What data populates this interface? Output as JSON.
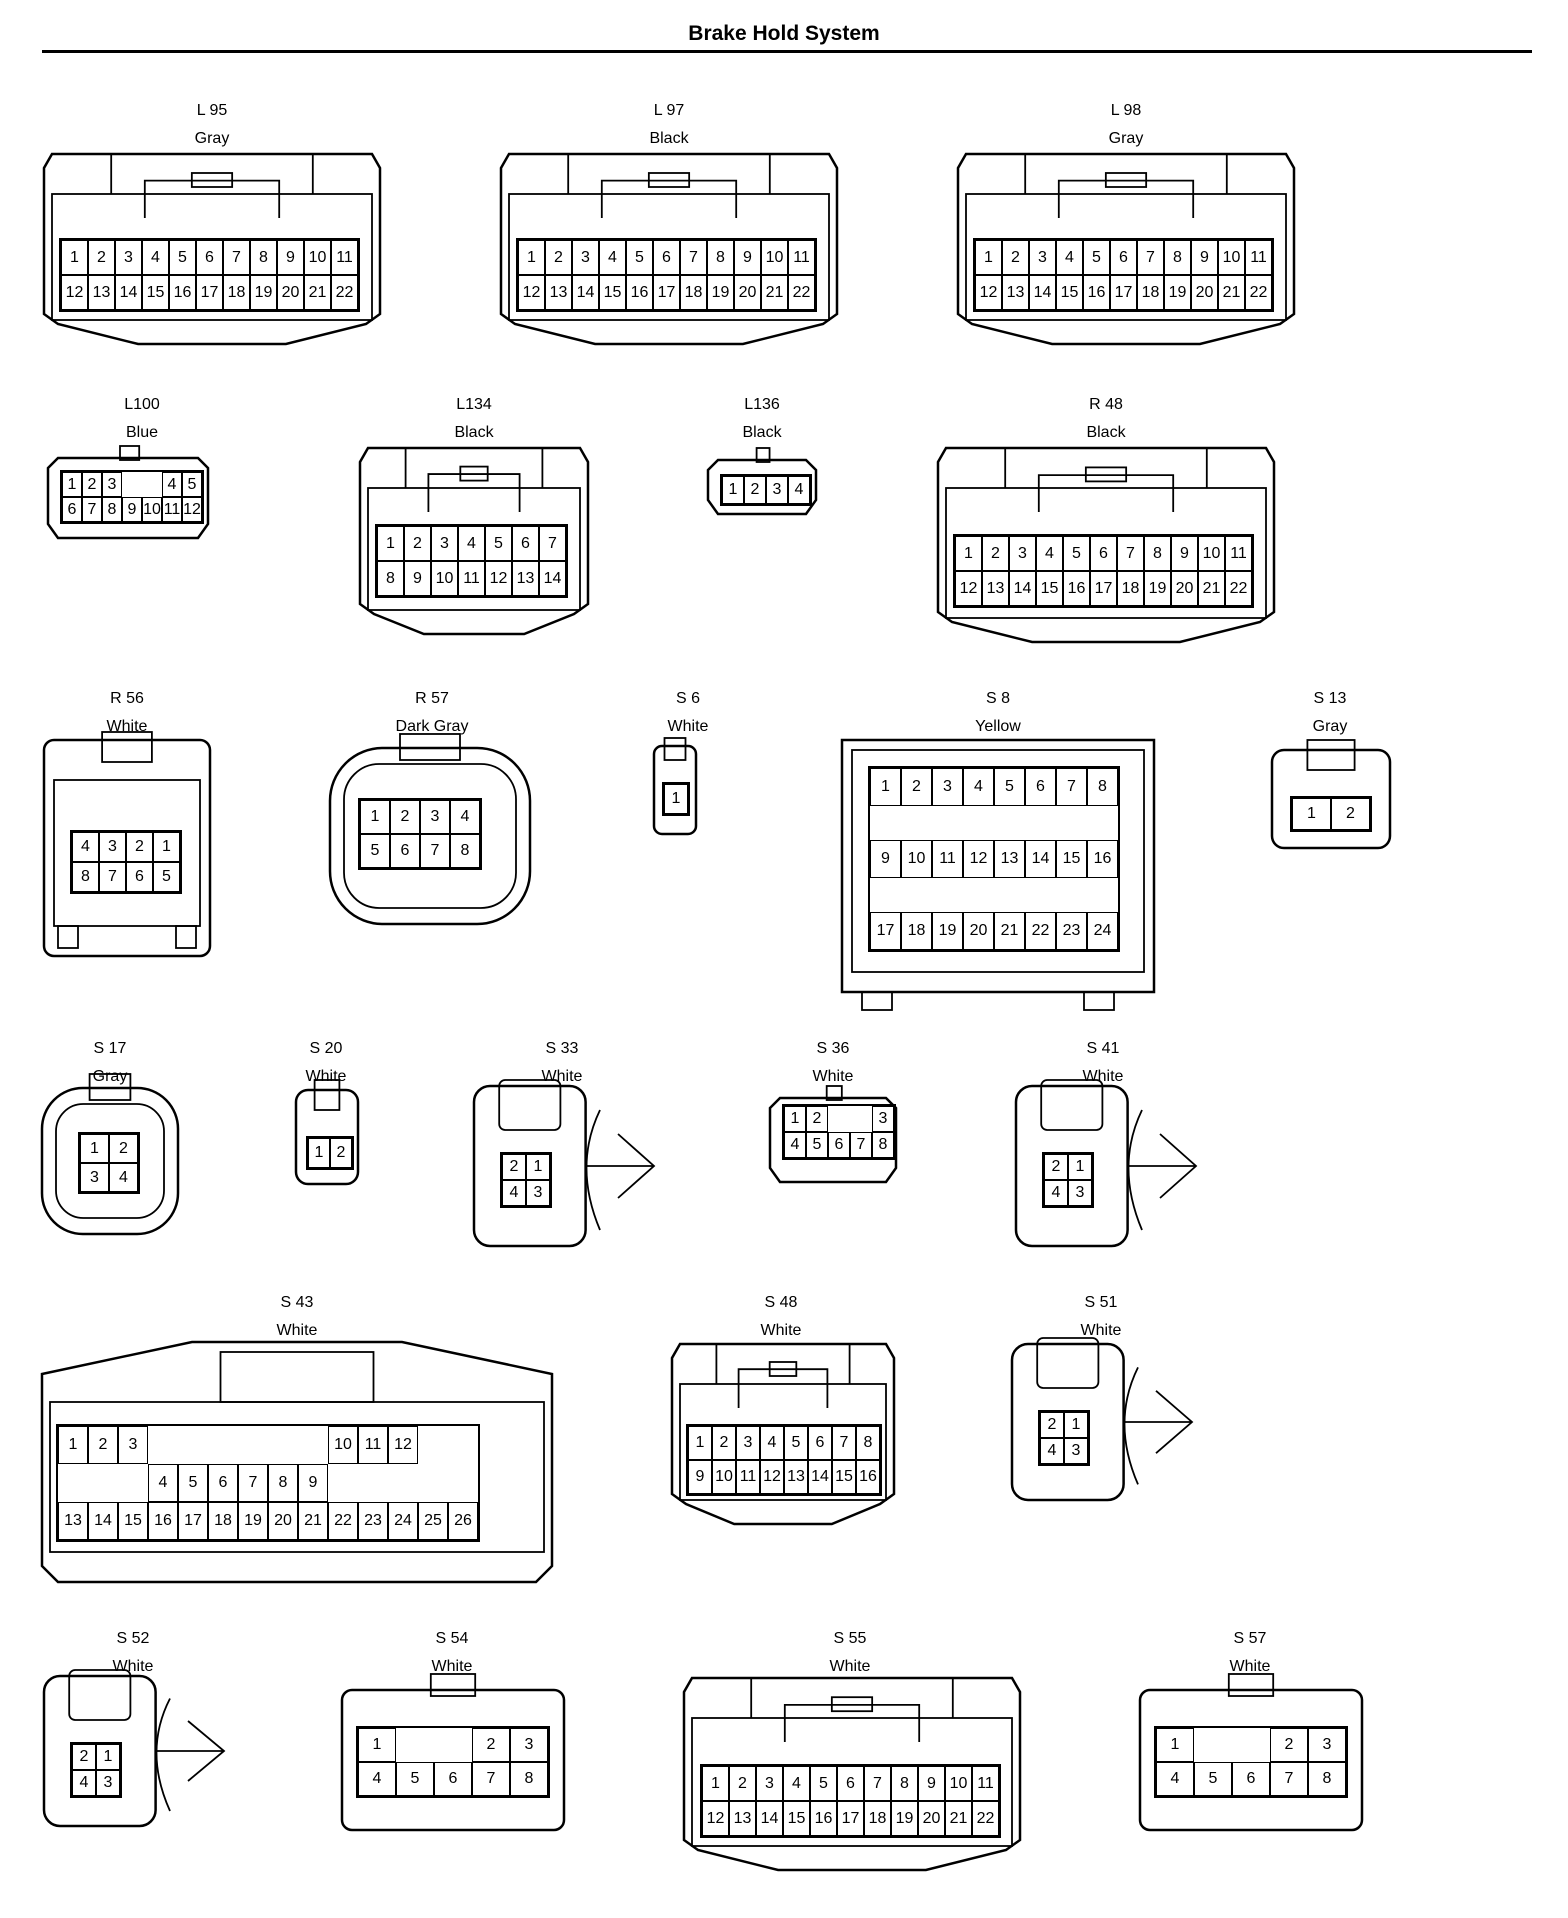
{
  "title": "Brake Hold System",
  "connectors": [
    {
      "id": "L 95",
      "color": "Gray",
      "shell": "large",
      "rows": [
        [
          "1",
          "2",
          "3",
          "4",
          "5",
          "6",
          "7",
          "8",
          "9",
          "10",
          "11"
        ],
        [
          "12",
          "13",
          "14",
          "15",
          "16",
          "17",
          "18",
          "19",
          "20",
          "21",
          "22"
        ]
      ]
    },
    {
      "id": "L 97",
      "color": "Black",
      "shell": "large",
      "rows": [
        [
          "1",
          "2",
          "3",
          "4",
          "5",
          "6",
          "7",
          "8",
          "9",
          "10",
          "11"
        ],
        [
          "12",
          "13",
          "14",
          "15",
          "16",
          "17",
          "18",
          "19",
          "20",
          "21",
          "22"
        ]
      ]
    },
    {
      "id": "L 98",
      "color": "Gray",
      "shell": "large",
      "rows": [
        [
          "1",
          "2",
          "3",
          "4",
          "5",
          "6",
          "7",
          "8",
          "9",
          "10",
          "11"
        ],
        [
          "12",
          "13",
          "14",
          "15",
          "16",
          "17",
          "18",
          "19",
          "20",
          "21",
          "22"
        ]
      ]
    },
    {
      "id": "L100",
      "color": "Blue",
      "shell": "flat",
      "rows": [
        [
          "1",
          "2",
          "3",
          "",
          "",
          "4",
          "5"
        ],
        [
          "6",
          "7",
          "8",
          "9",
          "10",
          "11",
          "12"
        ]
      ]
    },
    {
      "id": "L134",
      "color": "Black",
      "shell": "large",
      "rows": [
        [
          "1",
          "2",
          "3",
          "4",
          "5",
          "6",
          "7"
        ],
        [
          "8",
          "9",
          "10",
          "11",
          "12",
          "13",
          "14"
        ]
      ]
    },
    {
      "id": "L136",
      "color": "Black",
      "shell": "flat",
      "rows": [
        [
          "1",
          "2",
          "3",
          "4"
        ]
      ]
    },
    {
      "id": "R 48",
      "color": "Black",
      "shell": "large",
      "rows": [
        [
          "1",
          "2",
          "3",
          "4",
          "5",
          "6",
          "7",
          "8",
          "9",
          "10",
          "11"
        ],
        [
          "12",
          "13",
          "14",
          "15",
          "16",
          "17",
          "18",
          "19",
          "20",
          "21",
          "22"
        ]
      ]
    },
    {
      "id": "R 56",
      "color": "White",
      "shell": "box",
      "rows": [
        [
          "4",
          "3",
          "2",
          "1"
        ],
        [
          "8",
          "7",
          "6",
          "5"
        ]
      ]
    },
    {
      "id": "R 57",
      "color": "Dark Gray",
      "shell": "round",
      "rows": [
        [
          "1",
          "2",
          "3",
          "4"
        ],
        [
          "5",
          "6",
          "7",
          "8"
        ]
      ]
    },
    {
      "id": "S 6",
      "color": "White",
      "shell": "single",
      "rows": [
        [
          "1"
        ]
      ]
    },
    {
      "id": "S 8",
      "color": "Yellow",
      "shell": "tall",
      "rows": [
        [
          "1",
          "2",
          "3",
          "4",
          "5",
          "6",
          "7",
          "8"
        ],
        [
          "9",
          "10",
          "11",
          "12",
          "13",
          "14",
          "15",
          "16"
        ],
        [
          "17",
          "18",
          "19",
          "20",
          "21",
          "22",
          "23",
          "24"
        ]
      ]
    },
    {
      "id": "S 13",
      "color": "Gray",
      "shell": "small",
      "rows": [
        [
          "1",
          "2"
        ]
      ]
    },
    {
      "id": "S 17",
      "color": "Gray",
      "shell": "round",
      "rows": [
        [
          "1",
          "2"
        ],
        [
          "3",
          "4"
        ]
      ]
    },
    {
      "id": "S 20",
      "color": "White",
      "shell": "small",
      "rows": [
        [
          "1",
          "2"
        ]
      ]
    },
    {
      "id": "S 33",
      "color": "White",
      "shell": "clip",
      "rows": [
        [
          "2",
          "1"
        ],
        [
          "4",
          "3"
        ]
      ]
    },
    {
      "id": "S 36",
      "color": "White",
      "shell": "flat",
      "rows": [
        [
          "1",
          "2",
          "",
          "",
          "3"
        ],
        [
          "4",
          "5",
          "6",
          "7",
          "8"
        ]
      ]
    },
    {
      "id": "S 41",
      "color": "White",
      "shell": "clip",
      "rows": [
        [
          "2",
          "1"
        ],
        [
          "4",
          "3"
        ]
      ]
    },
    {
      "id": "S 43",
      "color": "White",
      "shell": "wide",
      "rows": [
        [
          "1",
          "2",
          "3",
          "",
          "",
          "",
          "",
          "",
          "",
          "10",
          "11",
          "12"
        ],
        [
          "",
          "",
          "",
          "4",
          "5",
          "6",
          "7",
          "8",
          "9",
          "",
          "",
          ""
        ],
        [
          "13",
          "14",
          "15",
          "16",
          "17",
          "18",
          "19",
          "20",
          "21",
          "22",
          "23",
          "24",
          "25",
          "26"
        ]
      ]
    },
    {
      "id": "S 48",
      "color": "White",
      "shell": "large",
      "rows": [
        [
          "1",
          "2",
          "3",
          "4",
          "5",
          "6",
          "7",
          "8"
        ],
        [
          "9",
          "10",
          "11",
          "12",
          "13",
          "14",
          "15",
          "16"
        ]
      ]
    },
    {
      "id": "S 51",
      "color": "White",
      "shell": "clip",
      "rows": [
        [
          "2",
          "1"
        ],
        [
          "4",
          "3"
        ]
      ]
    },
    {
      "id": "S 52",
      "color": "White",
      "shell": "clip",
      "rows": [
        [
          "2",
          "1"
        ],
        [
          "4",
          "3"
        ]
      ]
    },
    {
      "id": "S 54",
      "color": "White",
      "shell": "latch",
      "rows": [
        [
          "1",
          "",
          "",
          "2",
          "3"
        ],
        [
          "4",
          "5",
          "6",
          "7",
          "8"
        ]
      ]
    },
    {
      "id": "S 55",
      "color": "White",
      "shell": "large",
      "rows": [
        [
          "1",
          "2",
          "3",
          "4",
          "5",
          "6",
          "7",
          "8",
          "9",
          "10",
          "11"
        ],
        [
          "12",
          "13",
          "14",
          "15",
          "16",
          "17",
          "18",
          "19",
          "20",
          "21",
          "22"
        ]
      ]
    },
    {
      "id": "S 57",
      "color": "White",
      "shell": "latch",
      "rows": [
        [
          "1",
          "",
          "",
          "2",
          "3"
        ],
        [
          "4",
          "5",
          "6",
          "7",
          "8"
        ]
      ]
    }
  ]
}
